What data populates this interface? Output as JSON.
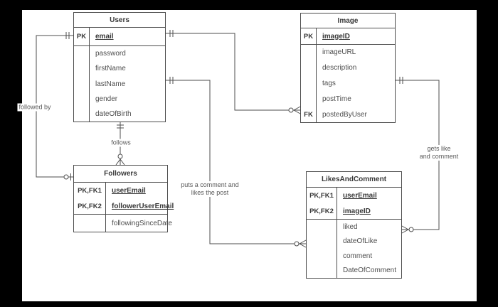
{
  "colors": {
    "background": "#000000",
    "surface": "#ffffff",
    "stroke": "#4d4d4d",
    "text_primary": "#383838",
    "text_secondary": "#4d4d4d"
  },
  "entities": {
    "users": {
      "title": "Users",
      "keys": [
        {
          "key": "PK",
          "name": "email"
        }
      ],
      "attrs": [
        {
          "key": "",
          "name": "password"
        },
        {
          "key": "",
          "name": "firstName"
        },
        {
          "key": "",
          "name": "lastName"
        },
        {
          "key": "",
          "name": "gender"
        },
        {
          "key": "",
          "name": "dateOfBirth"
        }
      ]
    },
    "image": {
      "title": "Image",
      "keys": [
        {
          "key": "PK",
          "name": "imageID"
        }
      ],
      "attrs": [
        {
          "key": "",
          "name": "imageURL"
        },
        {
          "key": "",
          "name": "description"
        },
        {
          "key": "",
          "name": "tags"
        },
        {
          "key": "",
          "name": "postTime"
        },
        {
          "key": "FK",
          "name": "postedByUser"
        }
      ]
    },
    "followers": {
      "title": "Followers",
      "keys": [
        {
          "key": "PK,FK1",
          "name": "userEmail"
        },
        {
          "key": "PK,FK2",
          "name": "followerUserEmail"
        }
      ],
      "attrs": [
        {
          "key": "",
          "name": "followingSinceDate"
        }
      ]
    },
    "likesandcomment": {
      "title": "LikesAndComment",
      "keys": [
        {
          "key": "PK,FK1",
          "name": "userEmail"
        },
        {
          "key": "PK,FK2",
          "name": "imageID"
        }
      ],
      "attrs": [
        {
          "key": "",
          "name": "liked"
        },
        {
          "key": "",
          "name": "dateOfLike"
        },
        {
          "key": "",
          "name": "comment"
        },
        {
          "key": "",
          "name": "DateOfComment"
        }
      ]
    }
  },
  "relationships": {
    "followed_by": {
      "label": "followed by",
      "from": "Users",
      "to": "Followers",
      "from_notation": "one-and-only-one",
      "to_notation": "zero-or-one"
    },
    "follows": {
      "label": "follows",
      "from": "Users",
      "to": "Followers",
      "from_notation": "one-and-only-one",
      "to_notation": "zero-or-many"
    },
    "posts": {
      "label": "",
      "from": "Users",
      "to": "Image",
      "from_notation": "one-and-only-one",
      "to_notation": "zero-or-many"
    },
    "puts_comment": {
      "label_line1": "puts a comment and",
      "label_line2": "likes the post",
      "from": "Users",
      "to": "LikesAndComment",
      "from_notation": "one-and-only-one",
      "to_notation": "zero-or-many"
    },
    "gets_like": {
      "label_line1": "gets like",
      "label_line2": "and comment",
      "from": "Image",
      "to": "LikesAndComment",
      "from_notation": "one-and-only-one",
      "to_notation": "zero-or-many"
    }
  }
}
